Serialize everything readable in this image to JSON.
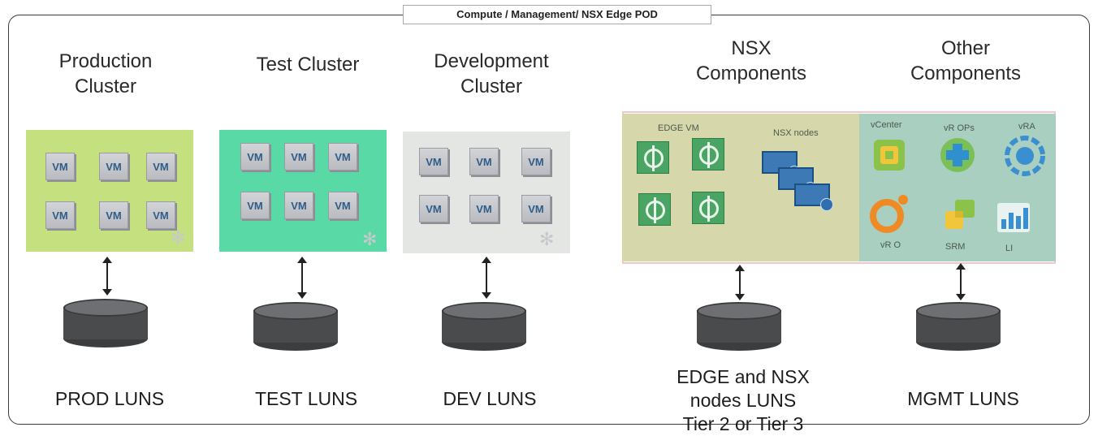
{
  "pod_title": "Compute / Management/ NSX Edge POD",
  "columns": [
    {
      "title_line1": "Production",
      "title_line2": "Cluster",
      "lun_line1": "PROD LUNS",
      "color": "#c4e07f"
    },
    {
      "title_line1": "Test Cluster",
      "title_line2": "",
      "lun_line1": "TEST LUNS",
      "color": "#58d9a5"
    },
    {
      "title_line1": "Development",
      "title_line2": "Cluster",
      "lun_line1": "DEV LUNS",
      "color": "#e4e6e3"
    },
    {
      "title_line1": "NSX",
      "title_line2": "Components",
      "lun_line1": "EDGE and NSX",
      "lun_line2": "nodes LUNS",
      "lun_line3": "Tier 2 or Tier 3"
    },
    {
      "title_line1": "Other",
      "title_line2": "Components",
      "lun_line1": "MGMT LUNS"
    }
  ],
  "vm_label": "VM",
  "nsx_panel": {
    "edge_label": "EDGE VM",
    "nodes_label": "NSX nodes"
  },
  "other_panel": {
    "vcenter": "vCenter",
    "vrops": "vR OPs",
    "vra": "vRA",
    "vro": "vR O",
    "srm": "SRM",
    "li": "LI"
  },
  "colors": {
    "nsx_panel": "#d6d7aa",
    "other_panel": "#a8cfbf",
    "disk": "#4a4b4d"
  }
}
